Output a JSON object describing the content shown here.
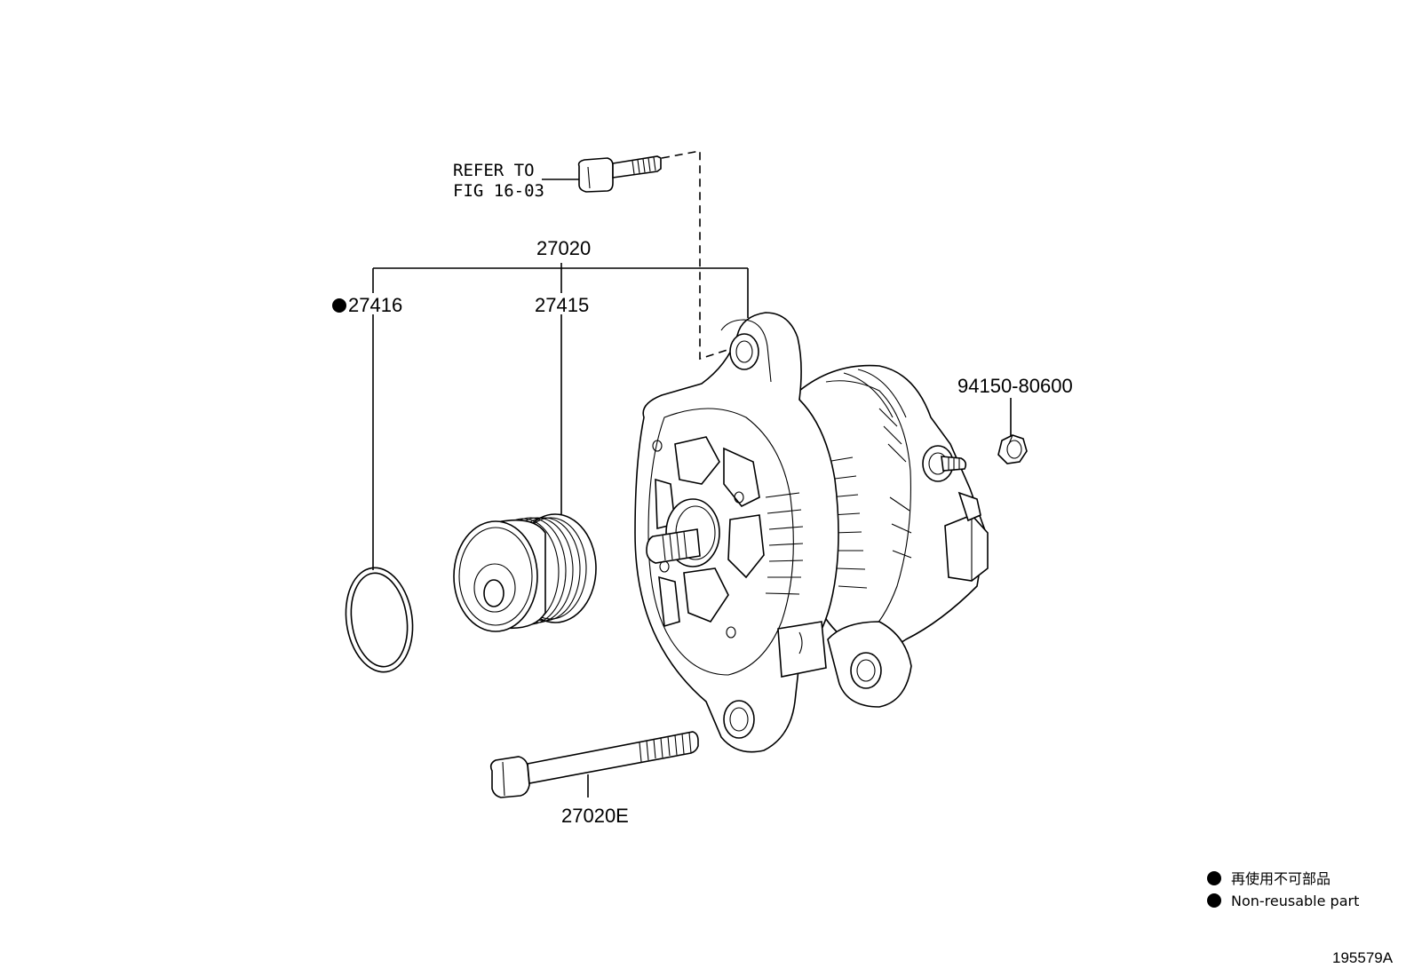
{
  "labels": {
    "refer_line1": "REFER TO",
    "refer_line2": "FIG 16-03",
    "assembly": "27020",
    "seal_ring": "27416",
    "pulley": "27415",
    "nut": "94150-80600",
    "through_bolt": "27020E"
  },
  "legend": {
    "japanese": "再使用不可部品",
    "english": "Non-reusable part"
  },
  "figure_code": "195579A"
}
